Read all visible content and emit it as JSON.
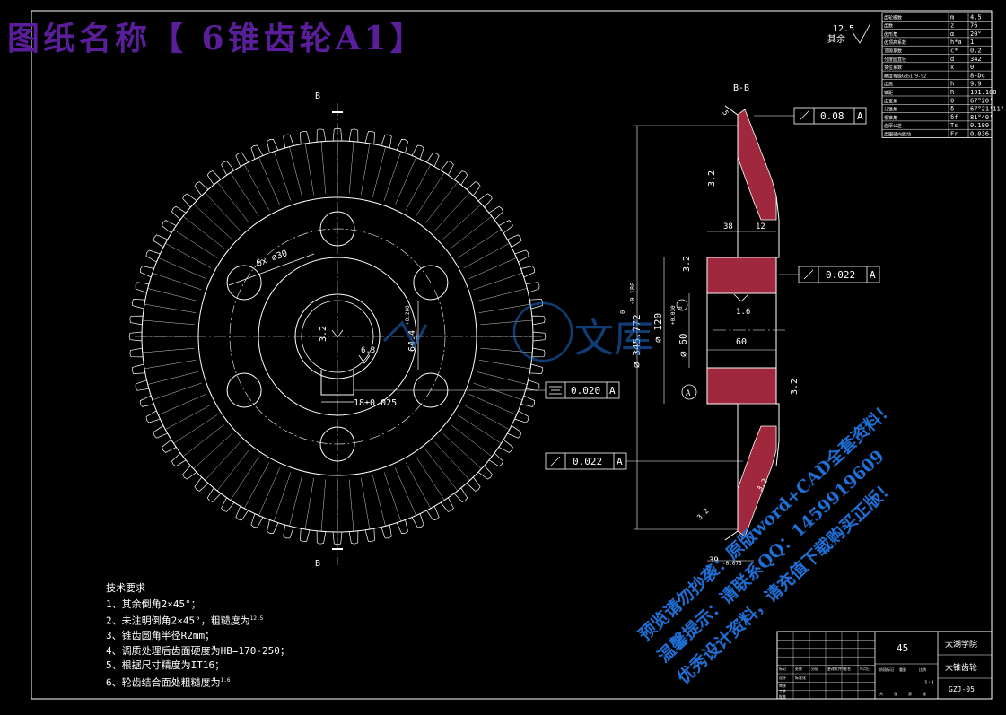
{
  "title": "图纸名称【 6锥齿轮A1】",
  "roughness_note": {
    "value": "12.5",
    "label": "其余"
  },
  "params_table": [
    [
      "齿轮模数",
      "m",
      "4.5"
    ],
    [
      "齿数",
      "z",
      "76"
    ],
    [
      "齿形角",
      "α",
      "20°"
    ],
    [
      "齿顶高系数",
      "h*a",
      "1"
    ],
    [
      "顶隙系数",
      "c*",
      "0.2"
    ],
    [
      "分度圆直径",
      "d",
      "342"
    ],
    [
      "变位系数",
      "x",
      "0"
    ],
    [
      "精度等级GB5179-92",
      "",
      "8-Dc"
    ],
    [
      "齿高",
      "h",
      "9.9"
    ],
    [
      "锥距",
      "R",
      "191.188"
    ],
    [
      "齿宽角",
      "θ",
      "67°20'"
    ],
    [
      "分锥角",
      "δ",
      "67°21'11\""
    ],
    [
      "根锥角",
      "δf",
      "81°40'"
    ],
    [
      "齿厚公差",
      "Ts",
      "0.180"
    ],
    [
      "齿圈径向跳动",
      "Fr",
      "0.036"
    ]
  ],
  "section_label": "B-B",
  "cut_label": "B",
  "tolerance_frames": [
    {
      "value": "0.08",
      "datum": "A"
    },
    {
      "value": "0.022",
      "datum": "A"
    },
    {
      "value": "0.020",
      "datum": "A"
    },
    {
      "value": "0.022",
      "datum": "A"
    }
  ],
  "front_dims": {
    "holes": "6x ⌀30",
    "keyway_depth": "64.4",
    "keyway_tol": "+0.200",
    "keyway_width": "18±0.025",
    "rough_1": "3.2",
    "rough_2": "6.3"
  },
  "section_dims": {
    "dia_outer": "⌀ 345.772",
    "dia_outer_tol_up": "0",
    "dia_outer_tol_low": "-0.180",
    "dia_120": "⌀ 120",
    "dia_bore": "⌀ 60",
    "dia_bore_tol": "+0.030",
    "dia_bore_tol2": "0",
    "width_38": "38",
    "width_12": "12",
    "width_60": "60",
    "width_39": "39",
    "width_39_tol": "-0.075",
    "rough_a": "3.2",
    "rough_b": "3.2",
    "rough_c": "3.2",
    "rough_d": "1.6",
    "rough_e": "3.2",
    "rough_f": "3.2",
    "chamfer": "5",
    "datum_a": "A"
  },
  "tech_notes": {
    "heading": "技术要求",
    "items": [
      "1、其余倒角2×45°；",
      "2、未注明倒角2×45°，粗糙度为",
      "3、锥齿圆角半径R2mm；",
      "4、调质处理后齿面硬度为HB=170-250；",
      "5、根据尺寸精度为IT16；",
      "6、轮齿结合面处粗糙度为"
    ],
    "rough_2": "12.5",
    "rough_6": "1.6"
  },
  "title_block": {
    "material": "45",
    "school": "太湖学院",
    "part": "大锥齿轮",
    "drawing_no": "GZJ-05",
    "scale": "1:1",
    "small_labels": [
      "标记",
      "处数",
      "分区",
      "更改文件号",
      "签名",
      "年月日",
      "设计",
      "标准化",
      "阶段标记",
      "重量",
      "比例",
      "审核",
      "工艺",
      "批准",
      "共",
      "张",
      "第",
      "张"
    ]
  },
  "watermark": {
    "logo_text": "文库",
    "line1": "预览请勿抄袭：原版word+CAD全套资料！",
    "line2": "温馨提示：请联系QQ：1459919609",
    "line3": "优秀设计资料，请充值下载购买正版！"
  },
  "colors": {
    "line": "#ffffff",
    "title": "#5a1e9a",
    "watermark": "#1f6fd6",
    "section_fill": "#a0283c",
    "background": "#000000"
  }
}
